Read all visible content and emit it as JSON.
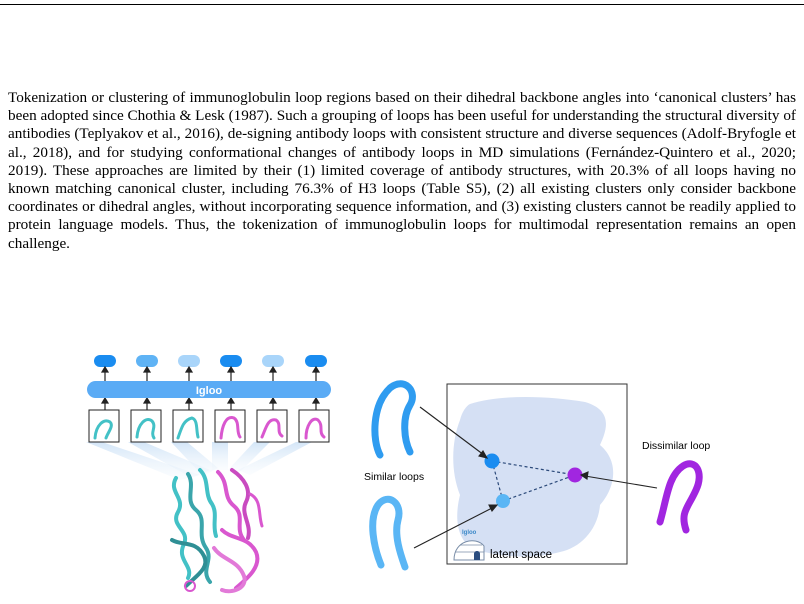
{
  "paragraph": "Tokenization or clustering of immunoglobulin loop regions based on their dihedral backbone angles into ‘canonical clusters’ has been adopted since Chothia & Lesk (1987). Such a grouping of loops has been useful for understanding the structural diversity of antibodies (Teplyakov et al., 2016), de-signing antibody loops with consistent structure and diverse sequences (Adolf-Bryfogle et al., 2018), and for studying conformational changes of antibody loops in MD simulations (Fernández-Quintero et al., 2020; 2019). These approaches are limited by their (1) limited coverage of antibody structures, with 20.3% of all loops having no known matching canonical cluster, including 76.3% of H3 loops (Table S5), (2) all existing clusters only consider backbone coordinates or dihedral angles, without incorporating sequence information, and (3) existing clusters cannot be readily applied to protein language models. Thus, the tokenization of immunoglobulin loops for multimodal representation remains an open challenge.",
  "figure": {
    "model_bar_label": "Igloo",
    "token_colors": [
      "#1a8cf0",
      "#5fb3f5",
      "#a9d5fa",
      "#1a8cf0",
      "#a9d5fa",
      "#1a8cf0"
    ],
    "similar_loops_label": "Similar loops",
    "dissimilar_loop_label": "Dissimilar loop",
    "latent_space_label": "latent space",
    "igloo_icon_text": "Igloo",
    "colors": {
      "teal": "#43c1c6",
      "pink": "#d957cf",
      "loop_blue": "#2f9cf0",
      "loop_light_blue": "#5ab6f5",
      "loop_purple": "#a126e0",
      "latent_bg": "#d5e0f4"
    }
  }
}
